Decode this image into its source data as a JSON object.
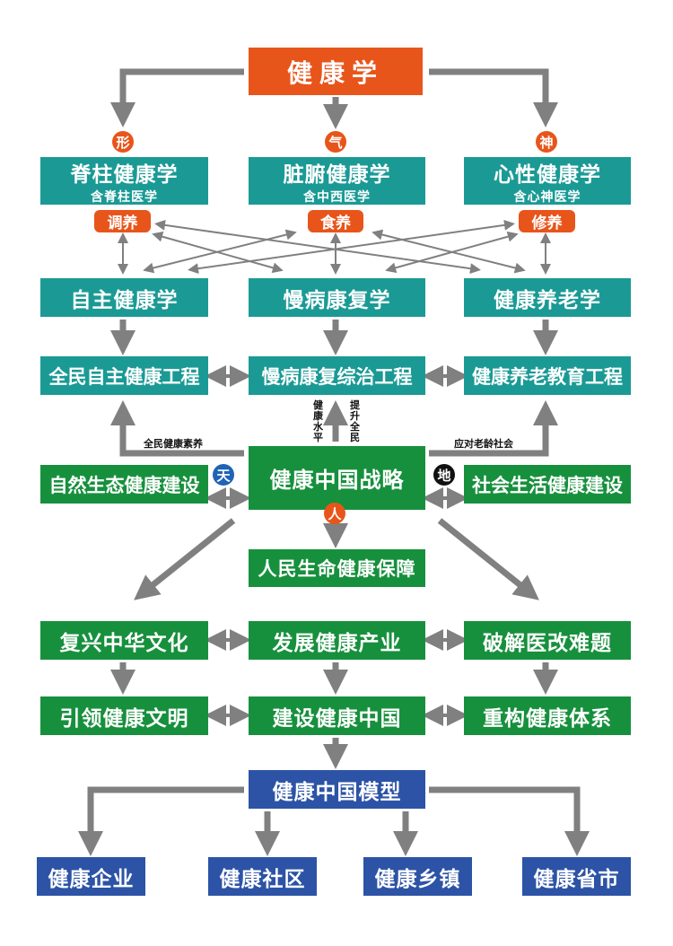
{
  "root": "健康学",
  "aspects": [
    {
      "badge": "形",
      "title": "脊柱健康学",
      "sub": "含脊柱医学",
      "method": "调养"
    },
    {
      "badge": "气",
      "title": "脏腑健康学",
      "sub": "含中西医学",
      "method": "食养"
    },
    {
      "badge": "神",
      "title": "心性健康学",
      "sub": "含心神医学",
      "method": "修养"
    }
  ],
  "disciplines": [
    "自主健康学",
    "慢病康复学",
    "健康养老学"
  ],
  "projects": [
    "全民自主健康工程",
    "慢病康复综治工程",
    "健康养老教育工程"
  ],
  "strategy": {
    "title": "健康中国战略",
    "left": "自然生态健康建设",
    "right": "社会生活健康建设",
    "heaven": "天",
    "earth": "地",
    "human": "人",
    "left_up_label": "全民健康素养",
    "right_up_label": "应对老龄社会",
    "mid_label_left": "健康水平",
    "mid_label_right": "提升全民"
  },
  "guarantee": "人民生命健康保障",
  "row1": [
    "复兴中华文化",
    "发展健康产业",
    "破解医改难题"
  ],
  "row2": [
    "引领健康文明",
    "建设健康中国",
    "重构健康体系"
  ],
  "model": "健康中国模型",
  "bottom": [
    "健康企业",
    "健康社区",
    "健康乡镇",
    "健康省市"
  ],
  "colors": {
    "orange": "#e8551b",
    "teal": "#1b9a95",
    "green": "#17903d",
    "blue": "#2c53a6",
    "arrow": "#808080"
  }
}
